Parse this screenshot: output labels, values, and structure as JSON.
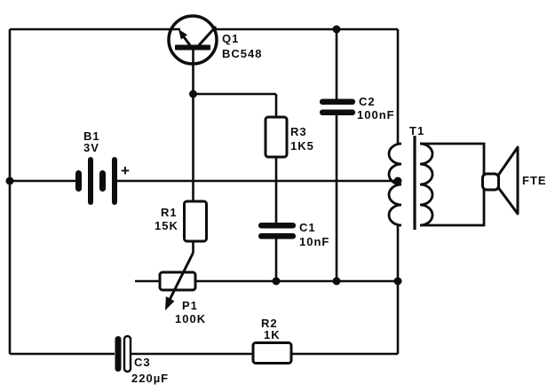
{
  "schematic": {
    "description": "Transistor oscillator circuit schematic",
    "colors": {
      "ink": "#0d0d0d",
      "paper": "#ffffff"
    },
    "components": {
      "q1": {
        "ref": "Q1",
        "value": "BC548"
      },
      "b1": {
        "ref": "B1",
        "value": "3V",
        "polarity": "+"
      },
      "r1": {
        "ref": "R1",
        "value": "15K"
      },
      "r3": {
        "ref": "R3",
        "value": "1K5"
      },
      "r2": {
        "ref": "R2",
        "value": "1K"
      },
      "p1": {
        "ref": "P1",
        "value": "100K"
      },
      "c1": {
        "ref": "C1",
        "value": "10nF"
      },
      "c2": {
        "ref": "C2",
        "value": "100nF"
      },
      "c3": {
        "ref": "C3",
        "value": "220µF"
      },
      "t1": {
        "ref": "T1"
      },
      "fte": {
        "ref": "FTE"
      }
    }
  }
}
